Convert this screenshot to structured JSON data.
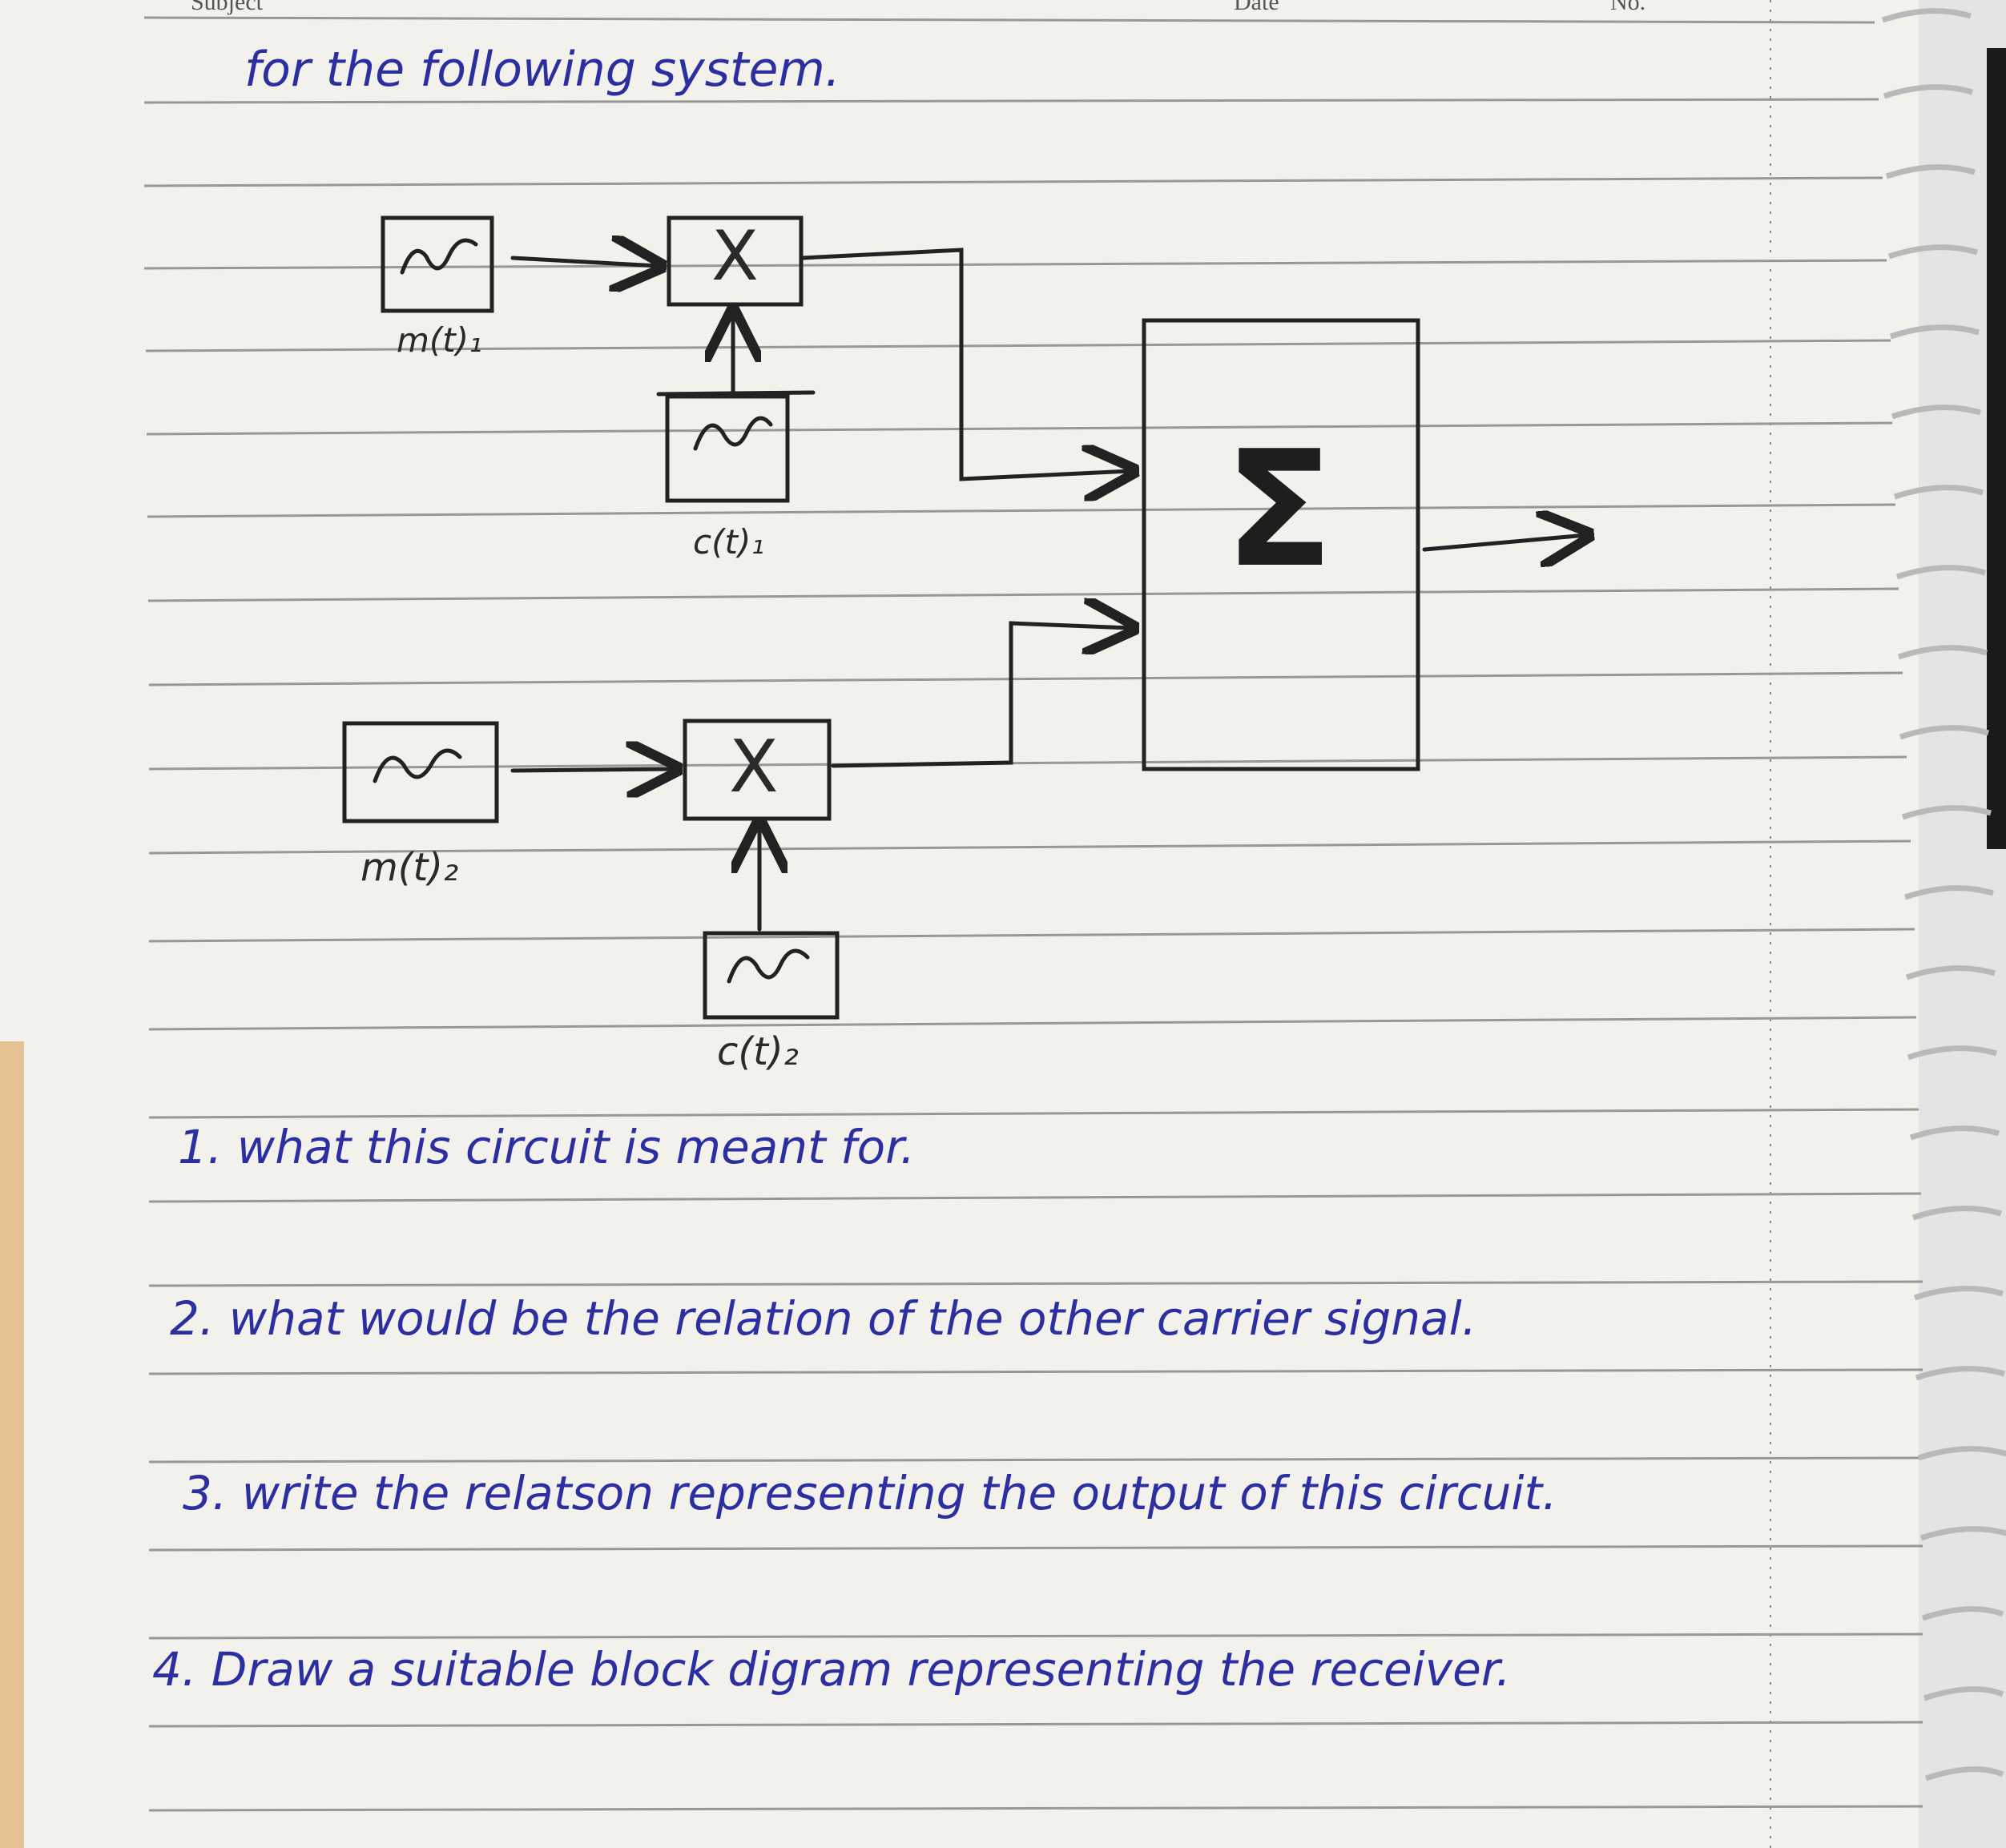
{
  "header": {
    "subject": "Subject",
    "date": "Date",
    "no": "No."
  },
  "title": "for the following system.",
  "diagram": {
    "msg1": "m(t)₁",
    "carrier1": "c(t)₁",
    "msg2": "m(t)₂",
    "carrier2": "c(t)₂",
    "mixer": "X",
    "sum": "Σ"
  },
  "questions": [
    "1. what this circuit is meant for.",
    "2. what would be the relation of the other carrier signal.",
    "3. write the relatson representing the output of this circuit.",
    "4. Draw a suitable block digram representing the receiver."
  ],
  "colors": {
    "ink_blue": "#2c2fa0",
    "ink_black": "#222222",
    "rule": "#9a9894",
    "paper": "#f3f1ec"
  }
}
